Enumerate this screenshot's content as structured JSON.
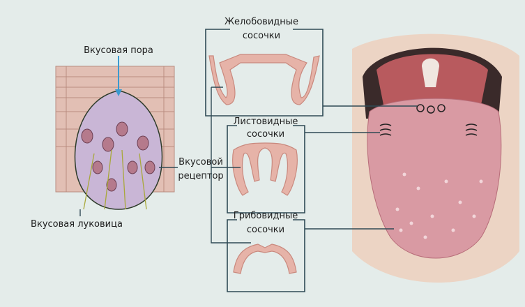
{
  "labels": {
    "taste_pore": "Вкусовая пора",
    "circumvallate_line1": "Желобовидные",
    "circumvallate_line2": "сосочки",
    "foliate_line1": "Листовидные",
    "foliate_line2": "сосочки",
    "receptor_line1": "Вкусовой",
    "receptor_line2": "рецептор",
    "fungiform_line1": "Грибовидные",
    "fungiform_line2": "сосочки",
    "taste_bud": "Вкусовая луковица"
  },
  "colors": {
    "background": "#e4ecea",
    "lines": "#2f4a55",
    "tissue": "#e6b3a8",
    "tongue": "#d99aa3",
    "cell": "#c9b6d6"
  }
}
